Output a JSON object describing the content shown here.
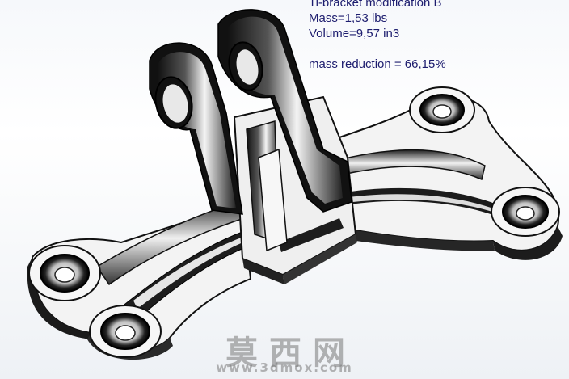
{
  "annotation": {
    "title": "Ti-bracket modification B",
    "mass": "Mass=1,53 lbs",
    "volume": "Volume=9,57 in3",
    "reduction": "mass reduction = 66,15%"
  },
  "watermark": {
    "chinese": "莫西网",
    "url": "www.3dmox.com"
  },
  "colors": {
    "annotation_text": "#1c1c6e",
    "part_dark": "#1a1a1a",
    "part_light": "#f2f2f2"
  }
}
